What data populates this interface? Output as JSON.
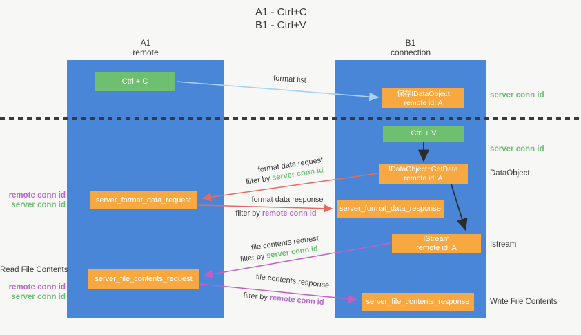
{
  "title": {
    "line1": "A1 - Ctrl+C",
    "line2": "B1 - Ctrl+V"
  },
  "columns": {
    "left": {
      "header_line1": "A1",
      "header_line2": "remote"
    },
    "right": {
      "header_line1": "B1",
      "header_line2": "connection"
    }
  },
  "nodes": {
    "ctrl_c": "Ctrl + C",
    "save_idataobject": {
      "line1": "保存IDataObject",
      "line2": "remote id: A"
    },
    "ctrl_v": "Ctrl + V",
    "getdata": {
      "line1": "IDataObject::GetData",
      "line2": "remote id: A"
    },
    "format_request": "server_format_data_request",
    "format_response": "server_format_data_response",
    "istream": {
      "line1": "IStream",
      "line2": "remote id: A"
    },
    "file_request": "server_file_contents_request",
    "file_response": "server_file_contents_response"
  },
  "flow_labels": {
    "format_list": "format list",
    "format_data_request": "format data request",
    "format_data_response": "format data response",
    "file_contents_request": "file contents request",
    "file_contents_response": "file contents response",
    "filter_by": "filter by",
    "server_conn_id": "server conn id",
    "remote_conn_id": "remote conn id"
  },
  "side_labels": {
    "server_conn_id": "server conn id",
    "remote_conn_id": "remote conn id",
    "dataobject": "DataObject",
    "istream": "Istream",
    "read_file_contents": "Read File Contents",
    "write_file_contents": "Write File Contents"
  },
  "colors": {
    "column_blue": "#4a86d8",
    "node_green": "#6fbf70",
    "node_orange": "#f7a841",
    "green_text": "#6dbf75",
    "purple_text": "#b76bc8",
    "arrow_blue": "#a5d2f1",
    "arrow_red": "#e9695e",
    "arrow_magenta": "#c45fc5",
    "arrow_black": "#2b2b2b",
    "background": "#f7f7f6"
  }
}
